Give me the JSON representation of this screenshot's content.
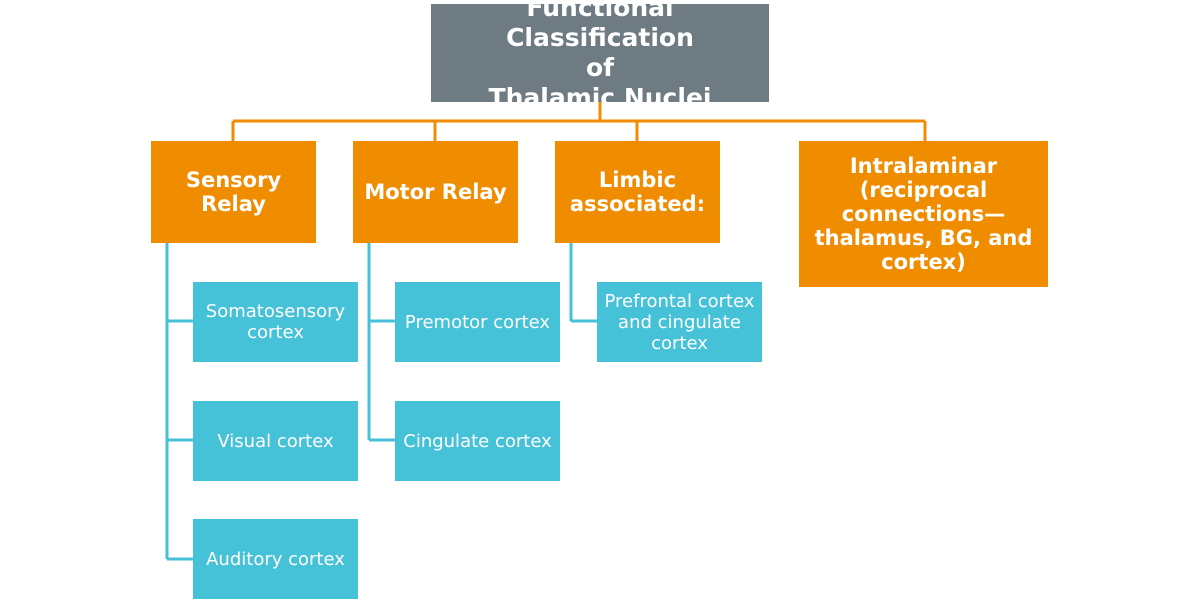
{
  "root": {
    "line1": "Functional Classification",
    "line2": "of",
    "line3": "Thalamic Nuclei"
  },
  "categories": [
    {
      "label": "Sensory Relay",
      "children": [
        "Somatosensory\ncortex",
        "Visual cortex",
        "Auditory cortex"
      ]
    },
    {
      "label": "Motor Relay",
      "children": [
        "Premotor cortex",
        "Cingulate cortex"
      ]
    },
    {
      "label": "Limbic\nassociated:",
      "children": [
        "Prefrontal cortex\nand cingulate\ncortex"
      ]
    },
    {
      "label": "Intralaminar\n(reciprocal\nconnections—\nthalamus, BG,  and\ncortex)",
      "children": []
    }
  ],
  "colors": {
    "root_fill": "#6f7b82",
    "category_fill": "#f08c00",
    "leaf_fill": "#45c1d8",
    "connector": "#f08c00",
    "leaf_connector": "#45c1d8"
  }
}
